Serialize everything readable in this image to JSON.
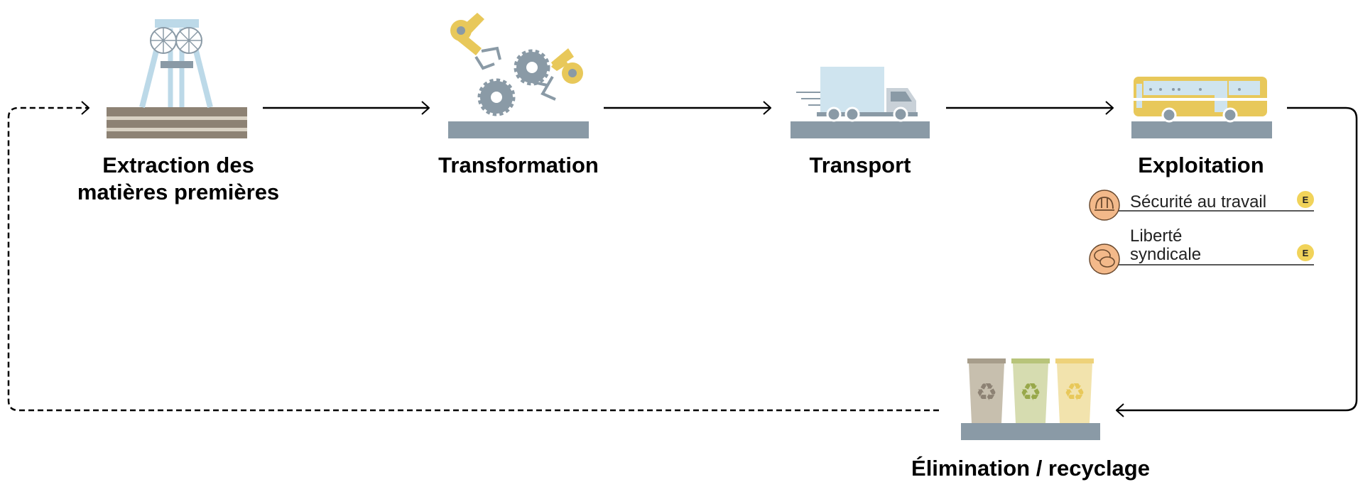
{
  "stages": {
    "extraction": {
      "label_line1": "Extraction des",
      "label_line2": "matières premières"
    },
    "transformation": {
      "label": "Transformation"
    },
    "transport": {
      "label": "Transport"
    },
    "exploitation": {
      "label": "Exploitation"
    },
    "elimination": {
      "label": "Élimination / recyclage"
    }
  },
  "risks": [
    {
      "label": "Sécurité au travail",
      "badge": "E",
      "icon": "hard-hat-icon"
    },
    {
      "label_line1": "Liberté",
      "label_line2": "syndicale",
      "badge": "E",
      "icon": "speech-bubbles-icon"
    }
  ],
  "colors": {
    "ground": "#8a9aa6",
    "accent_yellow": "#e8c85a",
    "steel_blue": "#bcd9e8",
    "gear_gray": "#8a9aa6",
    "risk_orange": "#f3b98a",
    "badge_yellow": "#f1d35a",
    "bin_gray": "#c7bfae",
    "bin_green": "#d6dcb0",
    "bin_yellow": "#f2e3ad"
  }
}
